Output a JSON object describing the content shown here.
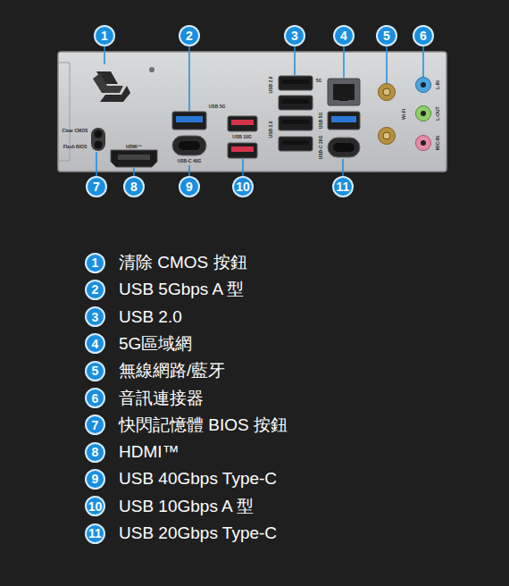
{
  "diagram": {
    "nodes": [
      {
        "text": [
          "1"
        ]
      },
      {
        "text": [
          "2"
        ]
      },
      {
        "text": [
          "3"
        ]
      },
      {
        "text": [
          "4"
        ]
      },
      {
        "text": [
          "5"
        ]
      },
      {
        "text": [
          "6"
        ]
      },
      {
        "text": [
          "7"
        ]
      },
      {
        "text": [
          "8"
        ]
      },
      {
        "text": [
          "9"
        ]
      },
      {
        "text": [
          "10"
        ]
      },
      {
        "text": [
          "11"
        ]
      },
      {
        "text": [
          "1",
          "清除 CMOS 按鈕"
        ]
      },
      {
        "text": [
          "2",
          "USB 5Gbps A 型"
        ]
      },
      {
        "text": [
          "3",
          "USB 2.0"
        ]
      },
      {
        "text": [
          "4",
          "5G區域網"
        ]
      },
      {
        "text": [
          "5",
          "無線網路/藍牙"
        ]
      },
      {
        "text": [
          "6",
          "音訊連接器"
        ]
      },
      {
        "text": [
          "7",
          "快閃記憶體 BIOS 按鈕"
        ]
      },
      {
        "text": [
          "8",
          "HDMI™"
        ]
      },
      {
        "text": [
          "9",
          "USB 40Gbps Type-C"
        ]
      },
      {
        "text": [
          "10",
          "USB 10Gbps A 型"
        ]
      },
      {
        "text": [
          "11",
          "USB 20Gbps Type-C"
        ]
      }
    ],
    "labels": [
      "Clear CMOS",
      "Flash BIOS",
      "HDMI™",
      "USB 5G",
      "USB-C 40G",
      "USB 10G",
      "USB 2.0",
      "USB 2.0",
      "5G",
      "USB 5G",
      "USB-C 20G",
      "Wi-Fi",
      "L-IN",
      "L-OUT",
      "MIC-IN"
    ]
  }
}
